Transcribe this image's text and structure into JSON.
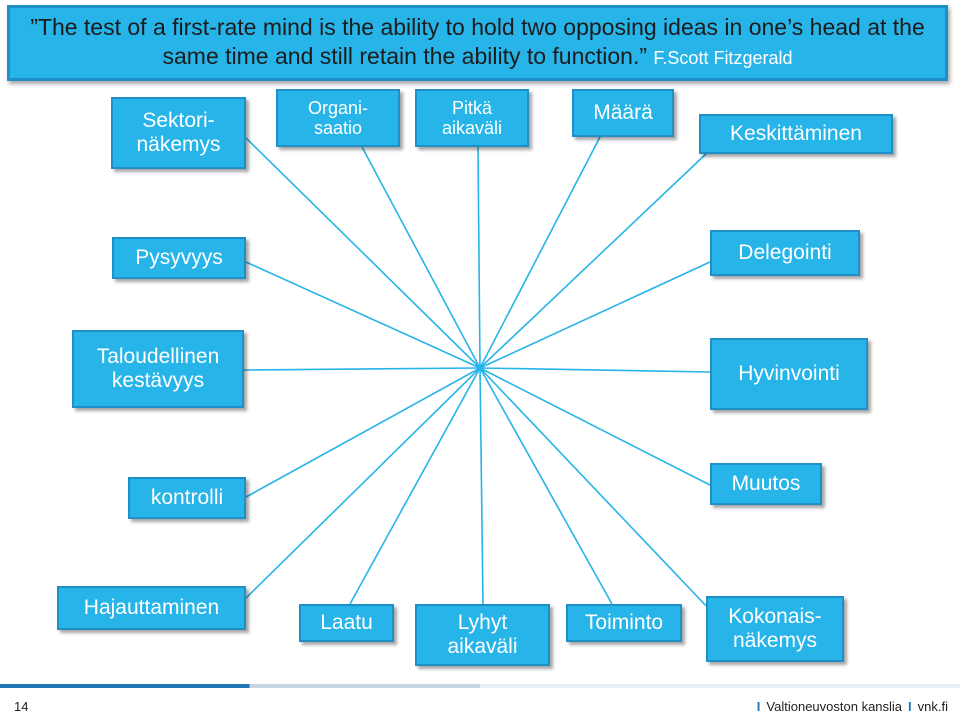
{
  "quote": {
    "text": "”The test of a first-rate mind is the ability to hold two opposing ideas in one’s head at the same time and still retain the ability to function.” ",
    "author": "F.Scott Fitzgerald"
  },
  "nodes": {
    "sektorinakemys": "Sektori-\nnäkemys",
    "organisaatio": "Organi-\nsaatio",
    "pitka_aikavali": "Pitkä\naikaväli",
    "maara": "Määrä",
    "keskittaminen": "Keskittäminen",
    "pysyvyys": "Pysyvyys",
    "delegointi": "Delegointi",
    "taloudellinen": "Taloudellinen\nkestävyys",
    "hyvinvointi": "Hyvinvointi",
    "kontrolli": "kontrolli",
    "muutos": "Muutos",
    "hajauttaminen": "Hajauttaminen",
    "laatu": "Laatu",
    "lyhyt_aikavali": "Lyhyt\naikaväli",
    "toiminto": "Toiminto",
    "kokonaisnakemys": "Kokonais-\nnäkemys"
  },
  "colors": {
    "box_fill": "#27b4e8",
    "box_border": "#1f8fc7",
    "line": "#27b4e8"
  },
  "footer": {
    "page_number": "14",
    "org": "Valtioneuvoston kanslia",
    "site": "vnk.fi",
    "separator": "I"
  }
}
